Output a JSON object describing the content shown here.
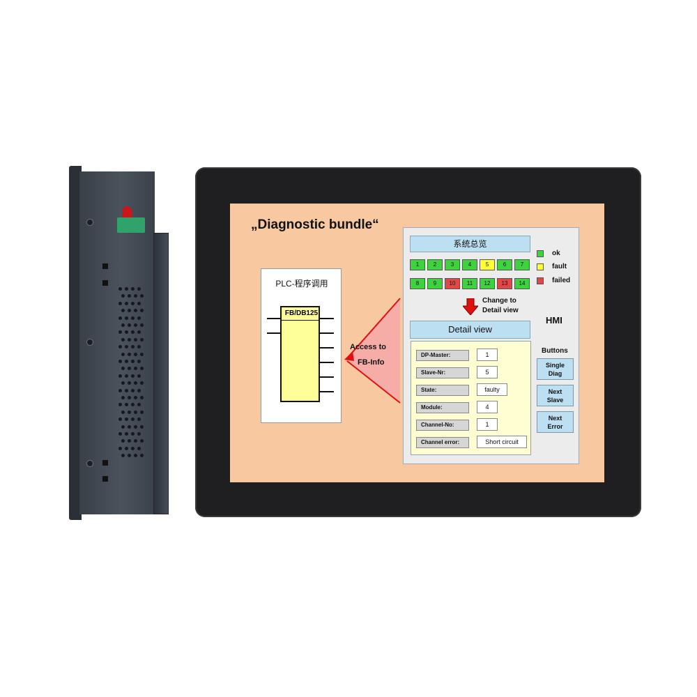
{
  "screen": {
    "title": "„Diagnostic bundle“",
    "plc_label": "PLC-程序调用",
    "fb_label": "FB/DB125",
    "access_line1": "Access to",
    "access_line2": "FB-Info"
  },
  "hmi": {
    "overview_header": "系统总览",
    "row1": [
      {
        "label": "1",
        "status": "ok"
      },
      {
        "label": "2",
        "status": "ok"
      },
      {
        "label": "3",
        "status": "ok"
      },
      {
        "label": "4",
        "status": "ok"
      },
      {
        "label": "5",
        "status": "fault"
      },
      {
        "label": "6",
        "status": "ok"
      },
      {
        "label": "7",
        "status": "ok"
      }
    ],
    "row2": [
      {
        "label": "8",
        "status": "ok"
      },
      {
        "label": "9",
        "status": "ok"
      },
      {
        "label": "10",
        "status": "failed"
      },
      {
        "label": "11",
        "status": "ok"
      },
      {
        "label": "12",
        "status": "ok"
      },
      {
        "label": "13",
        "status": "failed"
      },
      {
        "label": "14",
        "status": "ok"
      }
    ],
    "legend": [
      {
        "label": "ok",
        "color": "#3fd23f"
      },
      {
        "label": "fault",
        "color": "#ffff33"
      },
      {
        "label": "failed",
        "color": "#e04848"
      }
    ],
    "change_line1": "Change to",
    "change_line2": "Detail view",
    "hmi_label": "HMI",
    "detail_header": "Detail view",
    "details": [
      {
        "label": "DP-Master:",
        "value": "1"
      },
      {
        "label": "Slave-Nr:",
        "value": "5"
      },
      {
        "label": "State:",
        "value": "faulty"
      },
      {
        "label": "Module:",
        "value": "4"
      },
      {
        "label": "Channel-No:",
        "value": "1"
      },
      {
        "label": "Channel error:",
        "value": "Short circuit"
      }
    ],
    "buttons_title": "Buttons",
    "buttons": [
      "Single\nDiag",
      "Next\nSlave",
      "Next\nError"
    ]
  },
  "colors": {
    "screen_bg": "#f8c9a0",
    "header_bg": "#bcdff1",
    "ok": "#3fd23f",
    "fault": "#ffff33",
    "failed": "#e04848",
    "fb_fill": "#ffff99",
    "bezel": "#1f1f21"
  }
}
